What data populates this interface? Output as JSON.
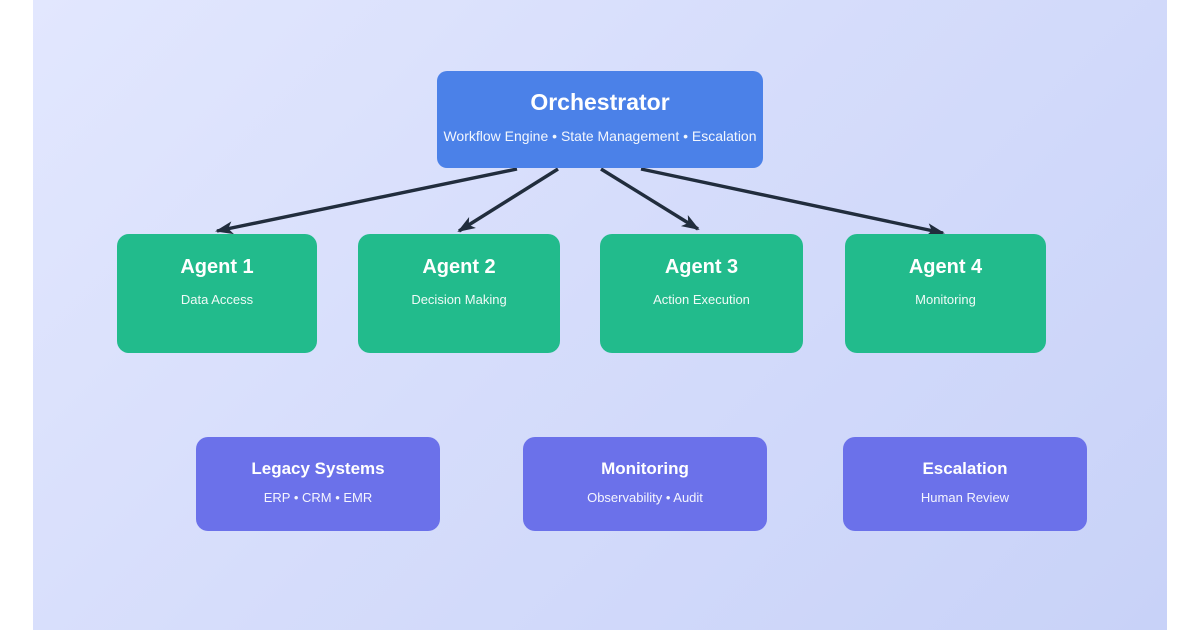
{
  "diagram": {
    "orchestrator": {
      "title": "Orchestrator",
      "subtitle": "Workflow Engine • State Management • Escalation"
    },
    "agents": [
      {
        "title": "Agent 1",
        "subtitle": "Data Access"
      },
      {
        "title": "Agent 2",
        "subtitle": "Decision Making"
      },
      {
        "title": "Agent 3",
        "subtitle": "Action Execution"
      },
      {
        "title": "Agent 4",
        "subtitle": "Monitoring"
      }
    ],
    "systems": [
      {
        "title": "Legacy Systems",
        "subtitle": "ERP • CRM • EMR"
      },
      {
        "title": "Monitoring",
        "subtitle": "Observability • Audit"
      },
      {
        "title": "Escalation",
        "subtitle": "Human Review"
      }
    ],
    "edges": [
      {
        "from": "Orchestrator",
        "to": "Agent 1"
      },
      {
        "from": "Orchestrator",
        "to": "Agent 2"
      },
      {
        "from": "Orchestrator",
        "to": "Agent 3"
      },
      {
        "from": "Orchestrator",
        "to": "Agent 4"
      }
    ],
    "colors": {
      "orchestrator_box": "#4b81e8",
      "agent_box": "#22bb8c",
      "system_box": "#6b71ea",
      "arrow": "#212d3d",
      "canvas_gradient_start": "#e2e7fe",
      "canvas_gradient_end": "#c8d2f8",
      "page_margin": "#ffffff",
      "title_text": "#ffffff"
    }
  }
}
